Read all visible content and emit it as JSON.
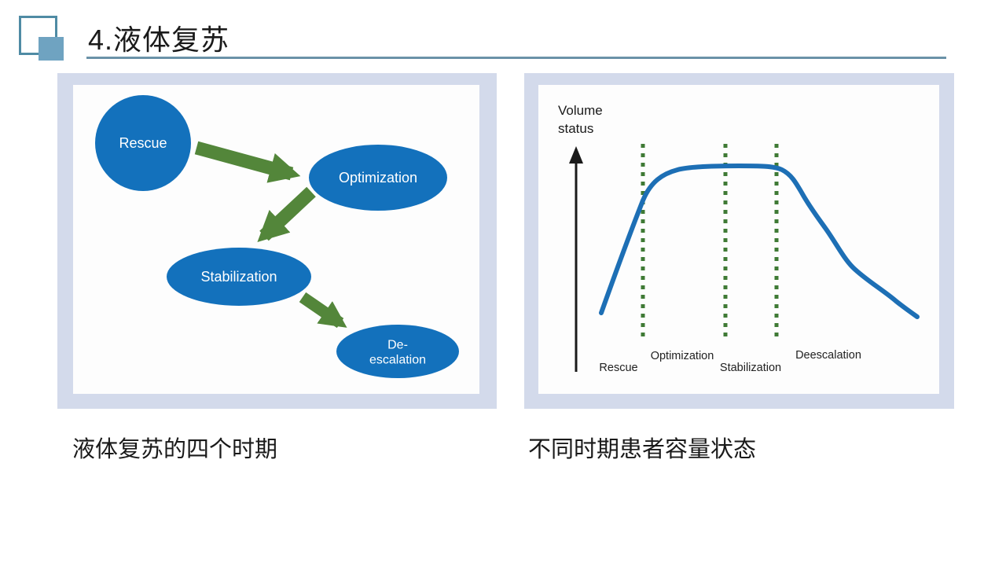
{
  "slide": {
    "title": "4.液体复苏",
    "captions": {
      "left": "液体复苏的四个时期",
      "right": "不同时期患者容量状态"
    }
  },
  "figure_left": {
    "description_semantic": "flow-diagram-of-four-fluid-resuscitation-phases",
    "stages": [
      {
        "label": "Rescue"
      },
      {
        "label": "Optimization"
      },
      {
        "label": "Stabilization"
      },
      {
        "label_line1": "De-",
        "label_line2": "escalation"
      }
    ],
    "colors": {
      "node_fill": "#1371bc",
      "node_text": "#ffffff",
      "arrow": "#53863a",
      "panel_bg": "#fdfdfd",
      "frame_bg": "#d3daeb"
    }
  },
  "figure_right": {
    "y_axis_label_line1": "Volume",
    "y_axis_label_line2": "status",
    "phase_labels": [
      "Rescue",
      "Optimization",
      "Stabilization",
      "Deescalation"
    ],
    "colors": {
      "curve": "#1d6fb5",
      "phase_divider": "#3f7a35",
      "axis": "#1a1a1a",
      "label_text": "#222222",
      "panel_bg": "#fdfdfd",
      "frame_bg": "#d3daeb"
    }
  },
  "header_colors": {
    "rule": "#6b92a8",
    "deco_outline_border": "#4f8ba4",
    "deco_fill": "#6fa3c1"
  },
  "chart_data": {
    "type": "line",
    "title": "",
    "xlabel": "",
    "ylabel": "Volume status",
    "x_phases": [
      "Rescue",
      "Optimization",
      "Stabilization",
      "Deescalation"
    ],
    "phase_boundaries_x_norm": [
      0.13,
      0.39,
      0.55
    ],
    "axis_numeric_labels": false,
    "grid": false,
    "legend": "none",
    "series": [
      {
        "name": "Volume status",
        "x_norm": [
          0.0,
          0.06,
          0.13,
          0.18,
          0.24,
          0.31,
          0.52,
          0.57,
          0.63,
          0.71,
          0.8,
          0.87,
          0.93,
          1.0
        ],
        "y_norm": [
          0.03,
          0.38,
          0.77,
          0.91,
          0.98,
          1.0,
          1.0,
          0.98,
          0.83,
          0.59,
          0.33,
          0.19,
          0.1,
          0.0
        ]
      }
    ],
    "shape_note": "curve rises steeply during Rescue, plateaus across Optimization/Stabilization, declines during Deescalation"
  }
}
